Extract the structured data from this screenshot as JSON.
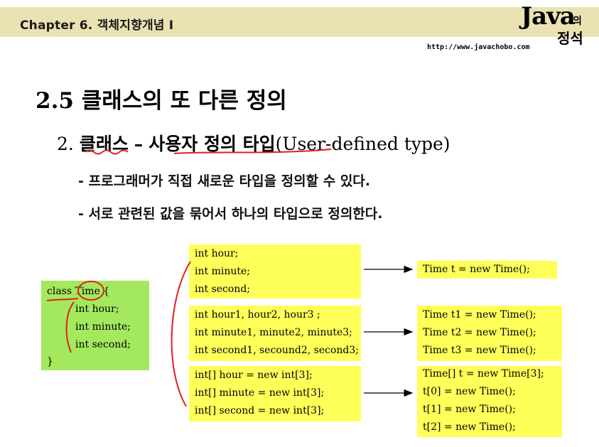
{
  "header": {
    "chapter": "Chapter 6. 객체지향개념 I",
    "logo_java": "Java",
    "logo_ui": "의",
    "logo_jeongseok": "정석",
    "url": "http://www.javachobo.com"
  },
  "slide": {
    "title": "2.5 클래스의 또 다른 정의",
    "subtitle_number": "2.",
    "subtitle_word1": "클래스",
    "subtitle_dash": "–",
    "subtitle_word2": "사용자 정의 타입",
    "subtitle_paren": "(User-defined type)",
    "bullets": [
      "- 프로그래머가 직접 새로운 타입을 정의할 수 있다.",
      "- 서로 관련된 값을 묶어서 하나의 타입으로 정의한다."
    ]
  },
  "class_box": {
    "lines": [
      "class Time {",
      "int hour;",
      "int minute;",
      "int second;",
      "}"
    ]
  },
  "left_boxes": [
    {
      "lines": [
        "int hour;",
        "int minute;",
        "int second;"
      ]
    },
    {
      "lines": [
        "int hour1, hour2, hour3 ;",
        "int minute1, minute2, minute3;",
        "int second1, secound2, second3;"
      ]
    },
    {
      "lines": [
        "int[] hour = new int[3];",
        "int[] minute = new int[3];",
        "int[] second = new int[3];"
      ]
    }
  ],
  "right_boxes": [
    {
      "lines": [
        "Time t = new Time();"
      ]
    },
    {
      "lines": [
        "Time t1 = new Time();",
        "Time t2 = new Time();",
        "Time t3 = new Time();"
      ]
    },
    {
      "lines": [
        "Time[] t = new Time[3];",
        "t[0] = new Time();",
        "t[1] = new Time();",
        "t[2] = new Time();"
      ]
    }
  ],
  "colors": {
    "header_band": "#eae2b2",
    "yellow_box": "#ffff59",
    "green_box": "#a4e85e",
    "annotation": "#e0201c"
  }
}
